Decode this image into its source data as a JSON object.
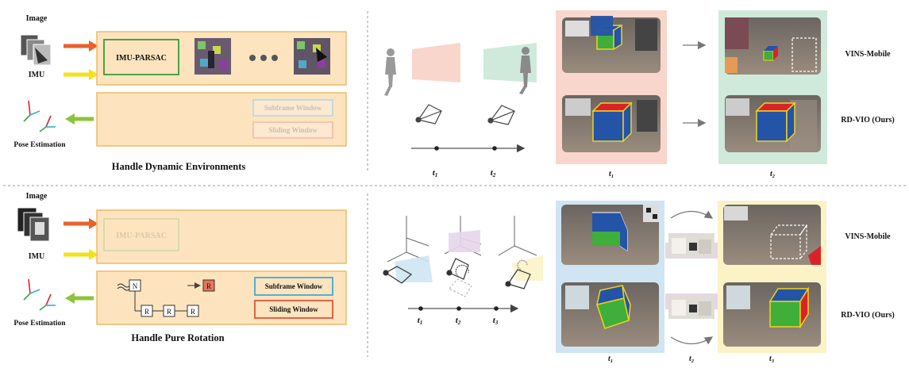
{
  "top": {
    "caption": "Handle Dynamic Environments",
    "image_label": "Image",
    "imu_label": "IMU",
    "pose_label": "Pose Estimation",
    "parsac_label": "IMU-PARSAC",
    "ellipsis": "● ● ●",
    "subframe_label": "Subframe Window",
    "sliding_label": "Sliding Window",
    "time_labels": [
      "t",
      "t"
    ],
    "time_subs": [
      "1",
      "2"
    ],
    "result_time_labels": [
      "t",
      "t"
    ],
    "result_time_subs": [
      "1",
      "2"
    ],
    "method_vins": "VINS-Mobile",
    "method_ours": "RD-VIO (Ours)"
  },
  "bottom": {
    "caption": "Handle Pure Rotation",
    "image_label": "Image",
    "imu_label": "IMU",
    "pose_label": "Pose Estimation",
    "parsac_label": "IMU-PARSAC",
    "node_n": "N",
    "node_r": "R",
    "subframe_label": "Subframe Window",
    "sliding_label": "Sliding Window",
    "time_labels": [
      "t",
      "t",
      "t"
    ],
    "time_subs": [
      "1",
      "2",
      "3"
    ],
    "result_time_labels": [
      "t",
      "t",
      "t"
    ],
    "result_time_subs": [
      "1",
      "2",
      "3"
    ],
    "method_vins": "VINS-Mobile",
    "method_ours": "RD-VIO (Ours)"
  },
  "colors": {
    "panel_fill": "#fde4be",
    "panel_stroke": "#f2b866",
    "parsac_green": "#3a9a3a",
    "subframe_blue": "#3fa9d6",
    "sliding_red": "#e0553a",
    "arrow_orange": "#e8622c",
    "arrow_yellow": "#f2e318",
    "arrow_green": "#8fc33a",
    "pink_bg": "#f9d6cc",
    "mint_bg": "#cfeadb",
    "blue_bg": "#cfe5f3",
    "yellow_bg": "#fbf3c6",
    "lavender_bg": "#e6d6ea",
    "cube_blue": "#2454a8",
    "cube_green": "#3fae3a",
    "cube_red": "#d8232a",
    "cube_edge": "#f0d21a"
  }
}
